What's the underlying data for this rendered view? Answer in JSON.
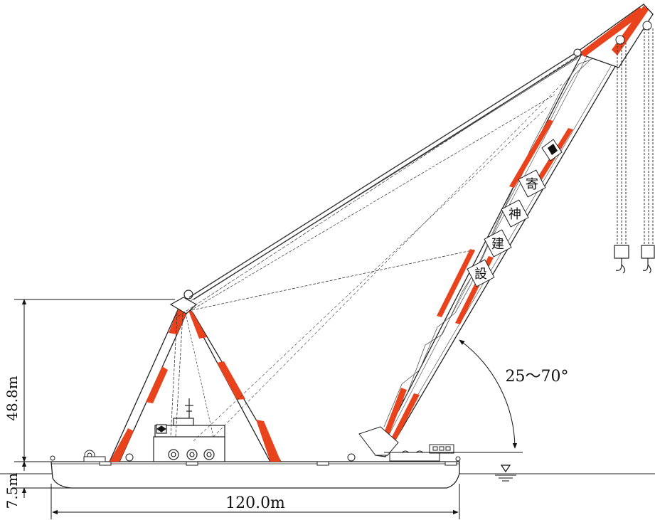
{
  "dimensions": {
    "height": "48.8m",
    "draft": "7.5m",
    "length": "120.0m",
    "boom_angle": "25～70°"
  },
  "boom_lettering": [
    "寄",
    "神",
    "建",
    "設"
  ],
  "colors": {
    "accent": "#e8431c",
    "line": "#222222",
    "background": "#ffffff"
  },
  "icons": {
    "water_level": "water-level-triangle-icon",
    "company_logo": "diamond-logo-icon",
    "hook": "crane-hook-icon"
  }
}
